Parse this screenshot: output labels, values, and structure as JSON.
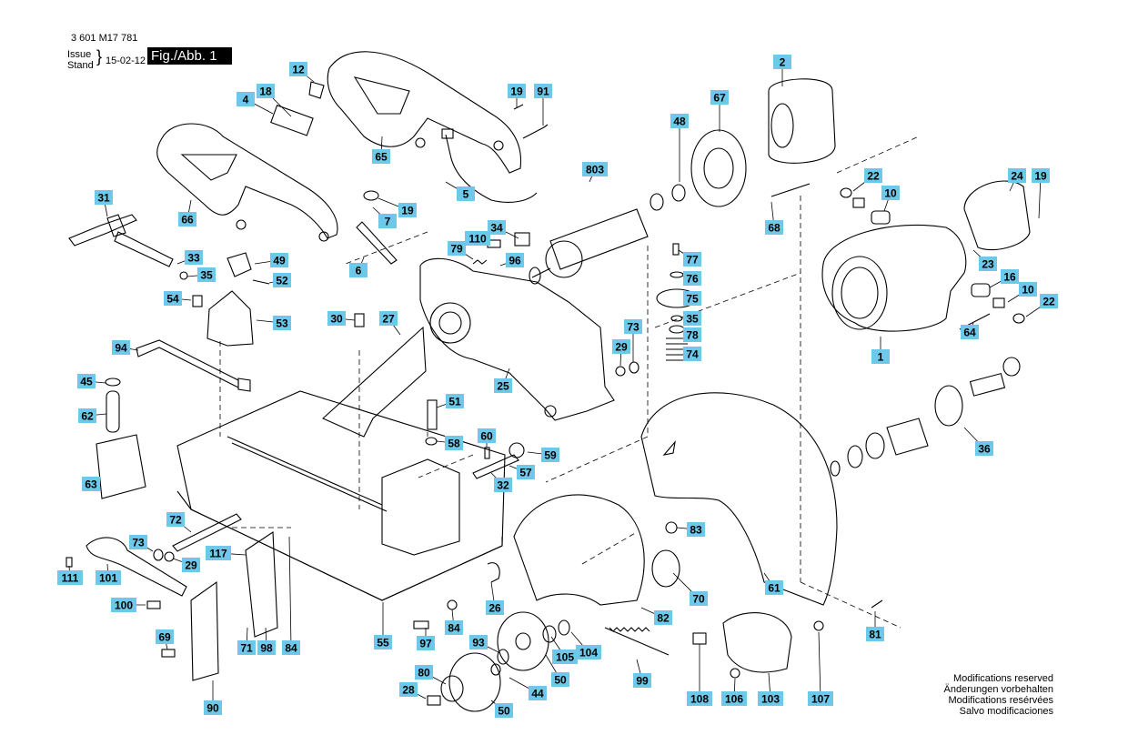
{
  "header": {
    "doc_number": "3 601 M17 781",
    "issue_label": "Issue",
    "stand_label": "Stand",
    "date": "15-02-12",
    "figure_label": "Fig./Abb. 1"
  },
  "colors": {
    "callout_bg": "#6ec8ea",
    "line": "#000000"
  },
  "callouts": [
    {
      "label": "12"
    },
    {
      "label": "18"
    },
    {
      "label": "4"
    },
    {
      "label": "65"
    },
    {
      "label": "5"
    },
    {
      "label": "19"
    },
    {
      "label": "91"
    },
    {
      "label": "2"
    },
    {
      "label": "67"
    },
    {
      "label": "48"
    },
    {
      "label": "803"
    },
    {
      "label": "66"
    },
    {
      "label": "31"
    },
    {
      "label": "19"
    },
    {
      "label": "7"
    },
    {
      "label": "6"
    },
    {
      "label": "33"
    },
    {
      "label": "49"
    },
    {
      "label": "35"
    },
    {
      "label": "52"
    },
    {
      "label": "54"
    },
    {
      "label": "53"
    },
    {
      "label": "34"
    },
    {
      "label": "110"
    },
    {
      "label": "79"
    },
    {
      "label": "96"
    },
    {
      "label": "22"
    },
    {
      "label": "10"
    },
    {
      "label": "68"
    },
    {
      "label": "24"
    },
    {
      "label": "19"
    },
    {
      "label": "77"
    },
    {
      "label": "76"
    },
    {
      "label": "75"
    },
    {
      "label": "35"
    },
    {
      "label": "78"
    },
    {
      "label": "74"
    },
    {
      "label": "23"
    },
    {
      "label": "16"
    },
    {
      "label": "10"
    },
    {
      "label": "22"
    },
    {
      "label": "64"
    },
    {
      "label": "1"
    },
    {
      "label": "30"
    },
    {
      "label": "27"
    },
    {
      "label": "94"
    },
    {
      "label": "73"
    },
    {
      "label": "29"
    },
    {
      "label": "25"
    },
    {
      "label": "45"
    },
    {
      "label": "62"
    },
    {
      "label": "51"
    },
    {
      "label": "63"
    },
    {
      "label": "58"
    },
    {
      "label": "60"
    },
    {
      "label": "59"
    },
    {
      "label": "57"
    },
    {
      "label": "32"
    },
    {
      "label": "36"
    },
    {
      "label": "72"
    },
    {
      "label": "83"
    },
    {
      "label": "73"
    },
    {
      "label": "117"
    },
    {
      "label": "29"
    },
    {
      "label": "111"
    },
    {
      "label": "101"
    },
    {
      "label": "61"
    },
    {
      "label": "70"
    },
    {
      "label": "26"
    },
    {
      "label": "100"
    },
    {
      "label": "82"
    },
    {
      "label": "84"
    },
    {
      "label": "69"
    },
    {
      "label": "71"
    },
    {
      "label": "98"
    },
    {
      "label": "84"
    },
    {
      "label": "55"
    },
    {
      "label": "97"
    },
    {
      "label": "93"
    },
    {
      "label": "105"
    },
    {
      "label": "104"
    },
    {
      "label": "81"
    },
    {
      "label": "99"
    },
    {
      "label": "80"
    },
    {
      "label": "50"
    },
    {
      "label": "28"
    },
    {
      "label": "44"
    },
    {
      "label": "50"
    },
    {
      "label": "90"
    },
    {
      "label": "108"
    },
    {
      "label": "106"
    },
    {
      "label": "103"
    },
    {
      "label": "107"
    }
  ],
  "notes": {
    "line1": "Modifications reserved",
    "line2": "Änderungen vorbehalten",
    "line3": "Modifications resérvées",
    "line4": "Salvo modificaciones"
  }
}
